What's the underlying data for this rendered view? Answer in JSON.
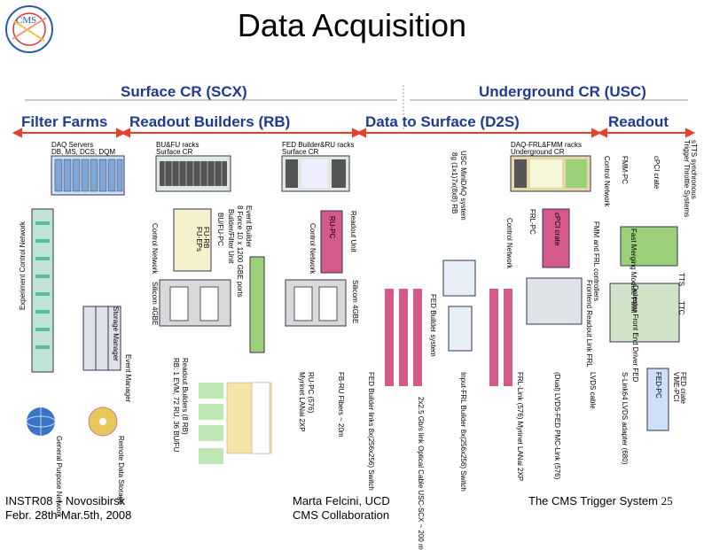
{
  "title": "Data Acquisition",
  "regions": {
    "surface": "Surface CR (SCX)",
    "underground": "Underground CR (USC)"
  },
  "sections": {
    "filter_farms": "Filter Farms",
    "readout_builders": "Readout Builders (RB)",
    "data_to_surface": "Data to Surface (D2S)",
    "readout": "Readout"
  },
  "labels": {
    "daq_servers": "DAQ Servers",
    "daq_servers_sub": "DB, MS, DCS, DQM",
    "bufu_racks": "BU&FU racks",
    "bufu_racks_sub": "Surface CR",
    "fed_builder_racks": "FED Builder&RU racks",
    "fed_builder_racks_sub": "Surface CR",
    "daq_frl_racks": "DAQ-FRL&FMM racks",
    "daq_frl_racks_sub": "Underground CR",
    "tts_sync": "sTTS synchronous",
    "tts_sync_sub": "Trigger Throttle Systems",
    "exp_control_network": "Experiment Control Network",
    "bufu_pc": "BU/FU-PC",
    "builder_filter_unit": "Builder/Filter Unit",
    "fu_rb": "FU-RB",
    "fu_eps": "FU-EPs",
    "control_network": "Control Network",
    "event_builder": "Event Builder",
    "event_builder_sub": "8 Force 10 x 1200 GBE ports",
    "silicom": "Silicom 4GBE",
    "ru_pc": "RU-PC",
    "readout_unit": "Readout Unit",
    "usc_minidaq": "USC MiniDAQ system",
    "usc_minidaq_sub": "8g (1x1)7x(8x8) RB",
    "fed_builder_system": "FED Builder system",
    "frl_pc": "FRL-PC",
    "cpci_crate": "cPCI crate",
    "fmm_frl": "FMM and FRL controllers",
    "frontend_readout": "Frontend Readout Link FRL",
    "fast_merging": "Fast Merging Module FMM",
    "fmm_pc": "FMM-PC",
    "tts": "TTS",
    "ttc": "TTC",
    "detector_fed": "Detector Front End Driver FED",
    "fed_pc": "FED-PC",
    "fed_crate": "FED crate",
    "fed_crate_sub": "VME-PCI",
    "event_manager": "Event Manager",
    "storage_manager": "Storage Manager",
    "readout_builders_sub": "Readout Builders (8 RB)",
    "readout_builders_sub2": "RB: 1 EVM, 72 RU, 36 BU/FU",
    "ru_pc_576": "RU-PC (576)",
    "myrinet_2xp": "Myrinet LANai 2XP",
    "fb_ru_fibers": "FB-RU Fibers ~ 20m",
    "fed_builder_links": "FED Builder links 8x(256x256) Switch",
    "gbit_link": "2x2.5 Gb/s link Optical Cable USC-SCX ~ 200 m",
    "input_frl_builder": "Input-FRL Builder 8x(256x256) Switch",
    "frl_myrinet": "FRL-Link (576) Myrinet LANai 2XP",
    "dual_lvds": "(Dual) LVDS-FED PMC-Link (576)",
    "slink64": "S-Link64 LVDS adapter (680)",
    "lvds_cable": "LVDS cable",
    "general_purpose": "General Purpose Network",
    "remote_data": "Remote Data Storage"
  },
  "footer": {
    "left_line1": "INSTR08 – Novosibirsk",
    "left_line2": "Febr. 28th-Mar.5th, 2008",
    "mid_line1": "Marta Felcini, UCD",
    "mid_line2": "CMS Collaboration",
    "right": "The CMS Trigger System",
    "page": "25"
  },
  "colors": {
    "region_blue": "#1f3a93",
    "section_red": "#e8402a",
    "rack_green": "#7cc36a",
    "rack_tan": "#e6d7a8",
    "device_pink": "#d45a8c",
    "device_blue": "#7fa6d6",
    "device_green": "#9bd078"
  }
}
